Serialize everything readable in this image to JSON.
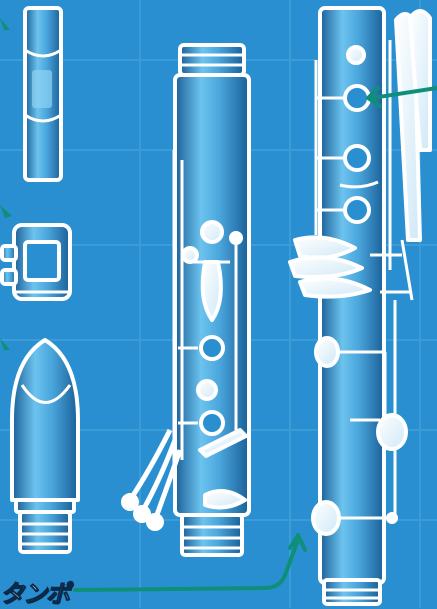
{
  "labels": {
    "tampon": "タンポ"
  },
  "colors": {
    "background": "#2a8fd0",
    "outline": "#ffffff",
    "body_light": "#6cc3ee",
    "body_dark": "#1a5f98",
    "arrow": "#0f8f7a",
    "grid": "#4aa8de"
  },
  "parts": {
    "left_column": [
      "barrel-part",
      "ligature-part",
      "mouthpiece-part"
    ],
    "center": "upper-joint",
    "right": "lower-joint"
  }
}
